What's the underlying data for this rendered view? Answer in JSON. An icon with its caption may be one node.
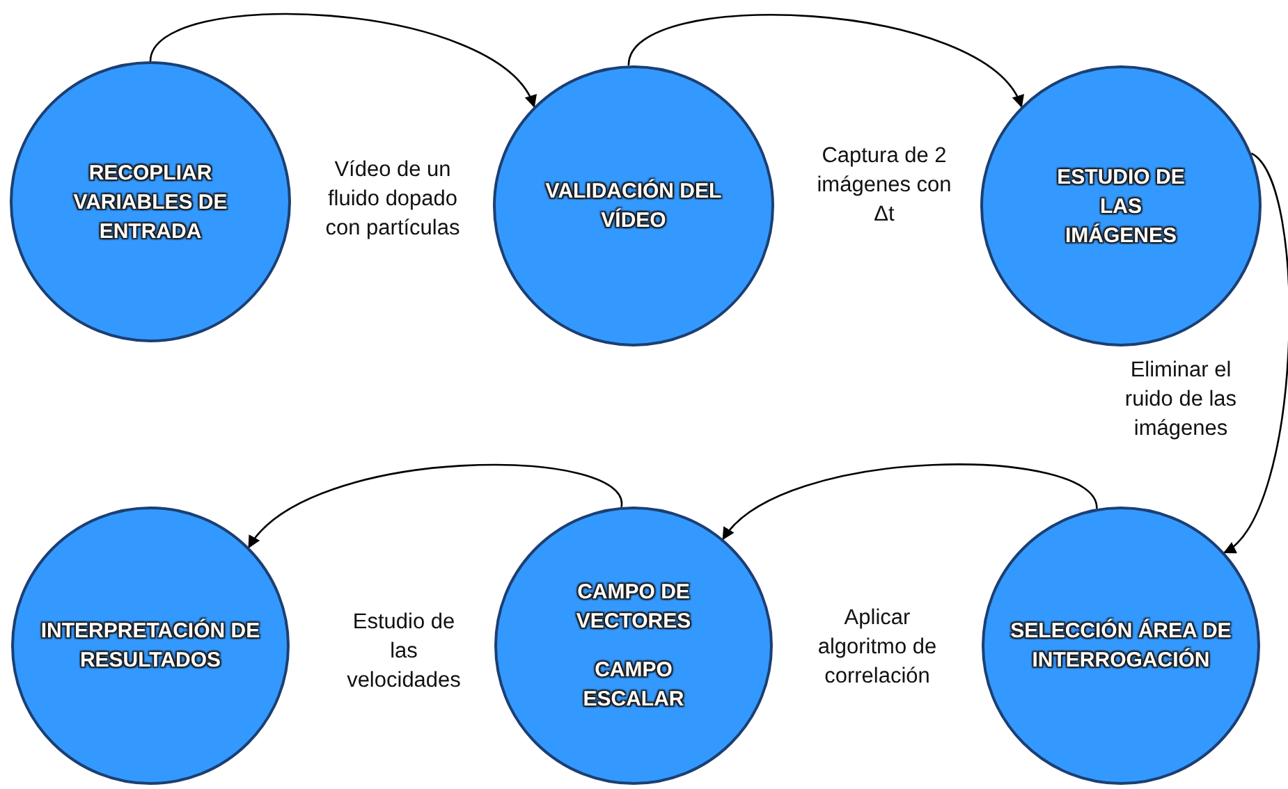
{
  "diagram": {
    "nodes": [
      {
        "text": [
          "RECOPLIAR VARIABLES DE ENTRADA"
        ]
      },
      {
        "text": [
          "VALIDACIÓN DEL VÍDEO"
        ]
      },
      {
        "text": [
          "ESTUDIO DE LAS IMÁGENES"
        ]
      },
      {
        "text": [
          "INTERPRETACIÓN DE RESULTADOS"
        ]
      },
      {
        "text": [
          "CAMPO DE VECTORES",
          "CAMPO ESCALAR"
        ]
      },
      {
        "text": [
          "SELECCIÓN ÁREA DE INTERROGACIÓN"
        ]
      }
    ],
    "edges": [
      {
        "from": 0,
        "to": 1,
        "arrow": "to",
        "label": "Vídeo de un fluido dopado con partículas"
      },
      {
        "from": 1,
        "to": 2,
        "arrow": "to",
        "label": "Captura de 2 imágenes con Δt"
      },
      {
        "from": 2,
        "to": 5,
        "arrow": "to",
        "label": "Eliminar el ruido de las imágenes"
      },
      {
        "from": 5,
        "to": 4,
        "arrow": "to"
      },
      {
        "from": 4,
        "to": 3,
        "arrow": "to"
      }
    ],
    "labels": [
      "Estudio de las velocidades",
      "Aplicar algoritmo de correlación"
    ]
  }
}
